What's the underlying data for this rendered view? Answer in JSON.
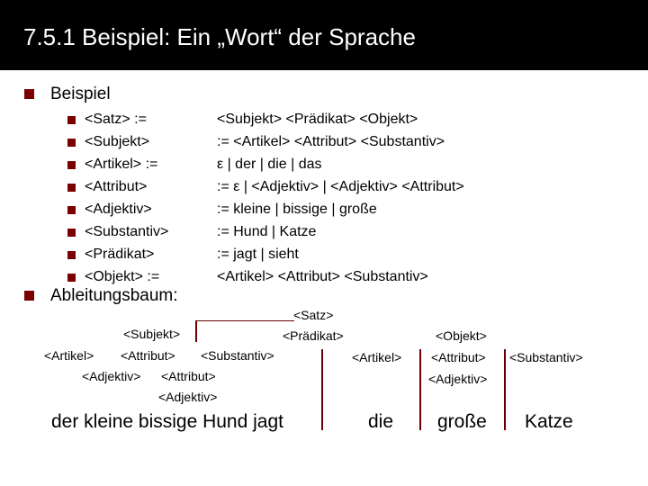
{
  "title": "7.5.1  Beispiel: Ein „Wort“ der Sprache",
  "section1": "Beispiel",
  "rules": [
    {
      "lhs": "<Satz>   :=",
      "rhs": "<Subjekt> <Prädikat> <Objekt>"
    },
    {
      "lhs": "<Subjekt>",
      "rhs": ":=           <Artikel> <Attribut> <Substantiv>"
    },
    {
      "lhs": "<Artikel> :=",
      "rhs": "ε | der | die | das"
    },
    {
      "lhs": "<Attribut>",
      "rhs": ":=          ε | <Adjektiv> | <Adjektiv> <Attribut>"
    },
    {
      "lhs": "<Adjektiv>",
      "rhs": ":=          kleine | bissige | große"
    },
    {
      "lhs": "<Substantiv>",
      "rhs": ":=          Hund | Katze"
    },
    {
      "lhs": "<Prädikat>",
      "rhs": ":=          jagt | sieht"
    },
    {
      "lhs": "<Objekt> :=",
      "rhs": "<Artikel> <Attribut> <Substantiv>"
    }
  ],
  "section2": "Ableitungsbaum:",
  "tree": {
    "satz": "<Satz>",
    "subjekt": "<Subjekt>",
    "praedikat": "<Prädikat>",
    "objekt": "<Objekt>",
    "artikel1": "<Artikel>",
    "attribut1": "<Attribut>",
    "substantiv1": "<Substantiv>",
    "adjektiv1": "<Adjektiv>",
    "attribut2": "<Attribut>",
    "adjektiv2": "<Adjektiv>",
    "artikel2": "<Artikel>",
    "attribut3": "<Attribut>",
    "substantiv2": "<Substantiv>",
    "adjektiv3": "<Adjektiv>"
  },
  "words": {
    "w1": "der  kleine  bissige  Hund  jagt",
    "w2": "die",
    "w3": "große",
    "w4": "Katze"
  },
  "colors": {
    "bar": "#000000",
    "bullet": "#7a0000",
    "line": "#6b0000"
  }
}
